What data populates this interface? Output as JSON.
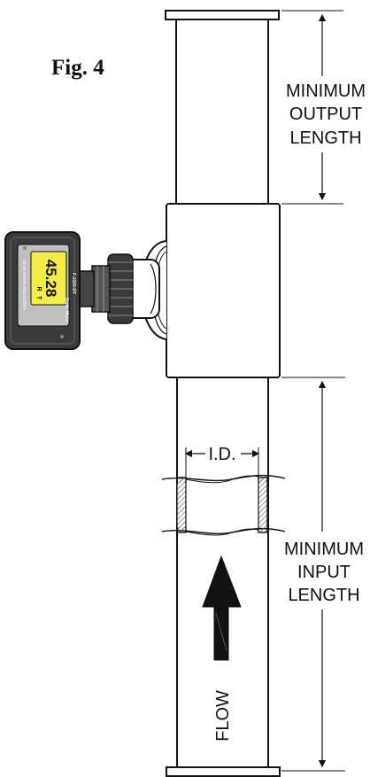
{
  "figure": {
    "title": "Fig. 4"
  },
  "labels": {
    "output": [
      "MINIMUM",
      "OUTPUT",
      "LENGTH"
    ],
    "input": [
      "MINIMUM",
      "INPUT",
      "LENGTH"
    ],
    "id": "I.D.",
    "flow": "FLOW"
  },
  "meter": {
    "reading": "45.28",
    "brand": "BLUE-WHITE INDUSTRIES",
    "model": "F-1000-RT",
    "product": "Sonic-Meter",
    "indicator_r": "R",
    "indicator_t": "T"
  },
  "colors": {
    "line": "#111111",
    "display": "#f2ec46",
    "meter_body": "#3a3a3a",
    "hatch": "#777777"
  }
}
